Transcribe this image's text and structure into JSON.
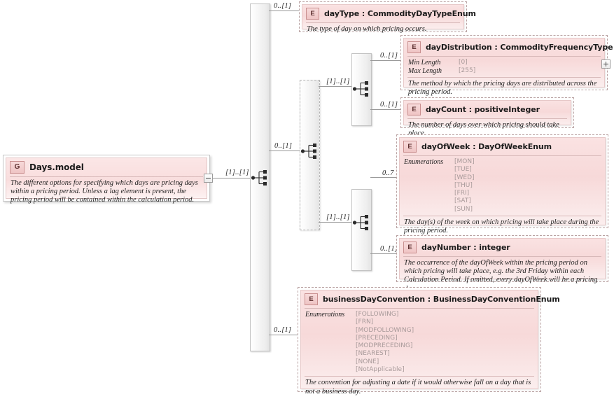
{
  "diagram": {
    "type": "xsd-schema-diagram",
    "root": {
      "name": "Days.model",
      "badge": "G",
      "kind": "group",
      "documentation": "The different options for specifying which days are pricing days within a pricing period. Unless a lag element is present, the pricing period will be contained within the calculation period.",
      "toggle": "minus",
      "outgoing_cardinality": "[1]..[1]"
    },
    "compositors": [
      {
        "id": "choice-root",
        "kind": "choice"
      },
      {
        "id": "choice-inner",
        "kind": "choice"
      },
      {
        "id": "choice-upper",
        "kind": "choice"
      },
      {
        "id": "choice-lower",
        "kind": "choice"
      }
    ],
    "nodes": [
      {
        "id": "dayType",
        "badge": "E",
        "title": "dayType : CommodityDayTypeEnum",
        "cardinality": "0..[1]",
        "documentation": "The type of day on which pricing occurs."
      },
      {
        "id": "dayDistribution",
        "badge": "E",
        "title": "dayDistribution : CommodityFrequencyType",
        "cardinality": "0..[1]",
        "facets": [
          {
            "label": "Min Length",
            "values": [
              "[0]"
            ]
          },
          {
            "label": "Max Length",
            "values": [
              "[255]"
            ]
          }
        ],
        "documentation": "The method by which the pricing days are distributed across the pricing period.",
        "expand_toggle": "plus"
      },
      {
        "id": "dayCount",
        "badge": "E",
        "title": "dayCount : positiveInteger",
        "cardinality": "0..[1]",
        "documentation": "The number of days over which pricing should take place."
      },
      {
        "id": "dayOfWeek",
        "badge": "E",
        "title": "dayOfWeek : DayOfWeekEnum",
        "cardinality": "0..7",
        "facets": [
          {
            "label": "Enumerations",
            "values": [
              "[MON]",
              "[TUE]",
              "[WED]",
              "[THU]",
              "[FRI]",
              "[SAT]",
              "[SUN]"
            ]
          }
        ],
        "documentation": "The day(s) of the week on which pricing will take place during the pricing period."
      },
      {
        "id": "dayNumber",
        "badge": "E",
        "title": "dayNumber : integer",
        "cardinality": "0..[1]",
        "documentation": "The occurrence of the dayOfWeek within the pricing period on which pricing will take place, e.g. the 3rd Friday within each Calculation Period. If omitted, every dayOfWeek will be a pricing day."
      },
      {
        "id": "businessDayConvention",
        "badge": "E",
        "title": "businessDayConvention : BusinessDayConventionEnum",
        "cardinality": "0..[1]",
        "facets": [
          {
            "label": "Enumerations",
            "values": [
              "[FOLLOWING]",
              "[FRN]",
              "[MODFOLLOWING]",
              "[PRECEDING]",
              "[MODPRECEDING]",
              "[NEAREST]",
              "[NONE]",
              "[NotApplicable]"
            ]
          }
        ],
        "documentation": "The convention for adjusting a date if it would otherwise fall on a day that is not a business day."
      }
    ],
    "branch_cardinalities": {
      "inner_group": "0..[1]",
      "upper_choice": "[1]..[1]",
      "lower_choice": "[1]..[1]"
    },
    "colors": {
      "node_fill": "#f9dede",
      "node_border": "#b9a2a2",
      "badge_border": "#c98f8f",
      "line": "#9a9a9a",
      "facet_value": "#a89a9a"
    }
  }
}
